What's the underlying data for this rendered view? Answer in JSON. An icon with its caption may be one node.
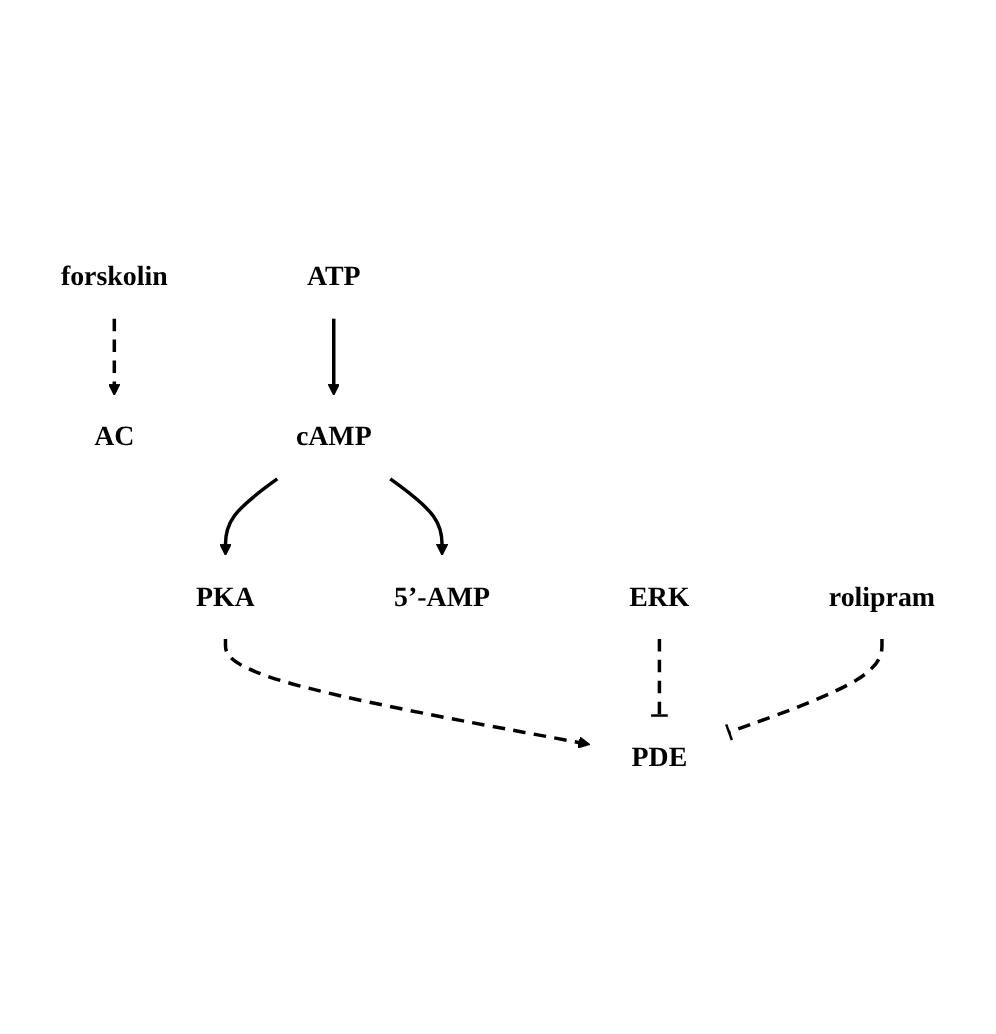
{
  "diagram": {
    "nodes": [
      {
        "text": [
          "forskolin"
        ]
      },
      {
        "text": [
          "PKA"
        ]
      },
      {
        "text": [
          "AC"
        ]
      },
      {
        "text": [
          "ATP"
        ]
      },
      {
        "text": [
          "cAMP"
        ]
      },
      {
        "text": [
          "5’-AMP"
        ]
      },
      {
        "text": [
          "PDE"
        ]
      },
      {
        "text": [
          "ERK"
        ]
      },
      {
        "text": [
          "rolipram"
        ]
      }
    ],
    "edges": [
      {
        "from": 0,
        "to": 2,
        "arrow": "to",
        "style": "dashed"
      },
      {
        "from": 3,
        "to": 4,
        "arrow": "to"
      },
      {
        "from": 4,
        "to": 1,
        "arrow": "to"
      },
      {
        "from": 1,
        "to": 6,
        "arrow": "to",
        "style": "dashed"
      },
      {
        "from": 4,
        "to": 5,
        "arrow": "to"
      },
      {
        "from": 7,
        "to": 6,
        "arrow": "other",
        "style": "dashed"
      },
      {
        "from": 8,
        "to": 6,
        "arrow": "other",
        "style": "dashed"
      }
    ]
  }
}
